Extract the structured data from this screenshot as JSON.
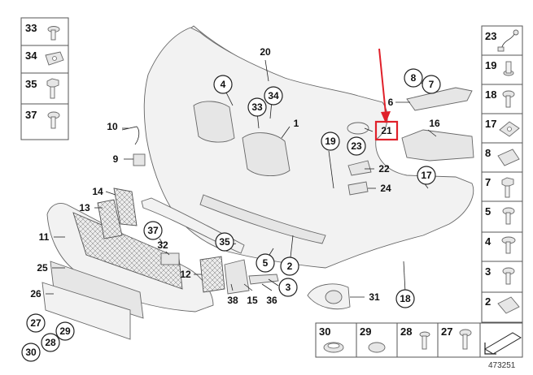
{
  "diagram": {
    "catalog_number": "473251",
    "left_column": [
      "33",
      "34",
      "35",
      "37"
    ],
    "right_column": [
      "23",
      "19",
      "18",
      "17",
      "8",
      "7",
      "5",
      "4",
      "3",
      "2"
    ],
    "bottom_row": [
      "30",
      "29",
      "28",
      "27"
    ],
    "callouts": [
      "20",
      "4",
      "33",
      "34",
      "1",
      "8",
      "7",
      "6",
      "16",
      "19",
      "21",
      "23",
      "10",
      "9",
      "22",
      "24",
      "17",
      "14",
      "13",
      "11",
      "37",
      "32",
      "35",
      "25",
      "12",
      "5",
      "2",
      "26",
      "3",
      "38",
      "15",
      "36",
      "31",
      "18",
      "27",
      "29",
      "28",
      "30"
    ],
    "highlighted": "21",
    "highlight_color": "#e0202a"
  }
}
